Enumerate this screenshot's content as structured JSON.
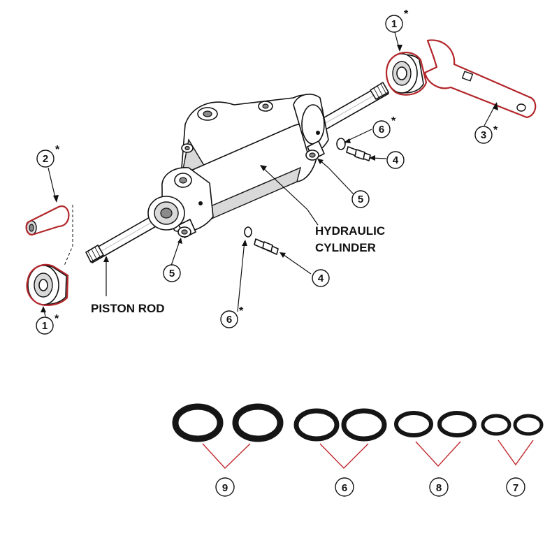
{
  "colors": {
    "highlight": "#b3262a",
    "line": "#111111",
    "o_ring": "#151515",
    "red_connector": "#c0282d"
  },
  "labels": {
    "piston_rod": "PISTON ROD",
    "hydraulic_cylinder_line1": "HYDRAULIC",
    "hydraulic_cylinder_line2": "CYLINDER"
  },
  "callouts": [
    {
      "number": "1",
      "asterisk": "*"
    },
    {
      "number": "1",
      "asterisk": "*"
    },
    {
      "number": "2",
      "asterisk": "*"
    },
    {
      "number": "3",
      "asterisk": "*"
    },
    {
      "number": "4",
      "asterisk": ""
    },
    {
      "number": "4",
      "asterisk": ""
    },
    {
      "number": "5",
      "asterisk": ""
    },
    {
      "number": "5",
      "asterisk": ""
    },
    {
      "number": "6",
      "asterisk": "*"
    },
    {
      "number": "6",
      "asterisk": "*"
    }
  ],
  "oring_groups": [
    {
      "number": "9"
    },
    {
      "number": "6"
    },
    {
      "number": "8"
    },
    {
      "number": "7"
    }
  ]
}
